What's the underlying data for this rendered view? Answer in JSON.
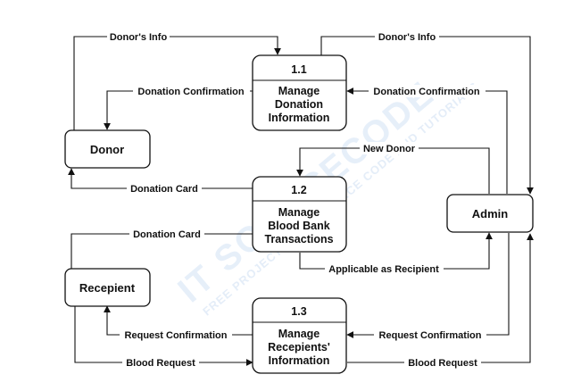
{
  "colors": {
    "line": "#111111",
    "watermark": "#d3e2f5",
    "background": "#ffffff"
  },
  "watermark": {
    "title": "IT SOURCECODE",
    "tagline": "FREE PROJECTS WITH SOURCE CODE AND TUTORIALS"
  },
  "entities": {
    "donor": "Donor",
    "admin": "Admin",
    "recipient": "Recepient"
  },
  "processes": [
    {
      "id": "1.1",
      "lines": [
        "Manage",
        "Donation",
        "Information"
      ]
    },
    {
      "id": "1.2",
      "lines": [
        "Manage",
        "Blood Bank",
        "Transactions"
      ]
    },
    {
      "id": "1.3",
      "lines": [
        "Manage",
        "Recepients'",
        "Information"
      ]
    }
  ],
  "flows": {
    "donor_info_to_p1": "Donor's Info",
    "admin_donor_info": "Donor's Info",
    "donation_confirmation_to_donor": "Donation Confirmation",
    "donation_confirmation_to_p1": "Donation Confirmation",
    "new_donor": "New Donor",
    "donation_card_to_donor": "Donation Card",
    "donation_card_recipient": "Donation Card",
    "applicable_as_recipient": "Applicable as Recipient",
    "request_confirmation_to_recipient": "Request Confirmation",
    "request_confirmation_to_p3": "Request Confirmation",
    "blood_request_to_p3": "Blood Request",
    "blood_request_to_admin": "Blood Request"
  }
}
